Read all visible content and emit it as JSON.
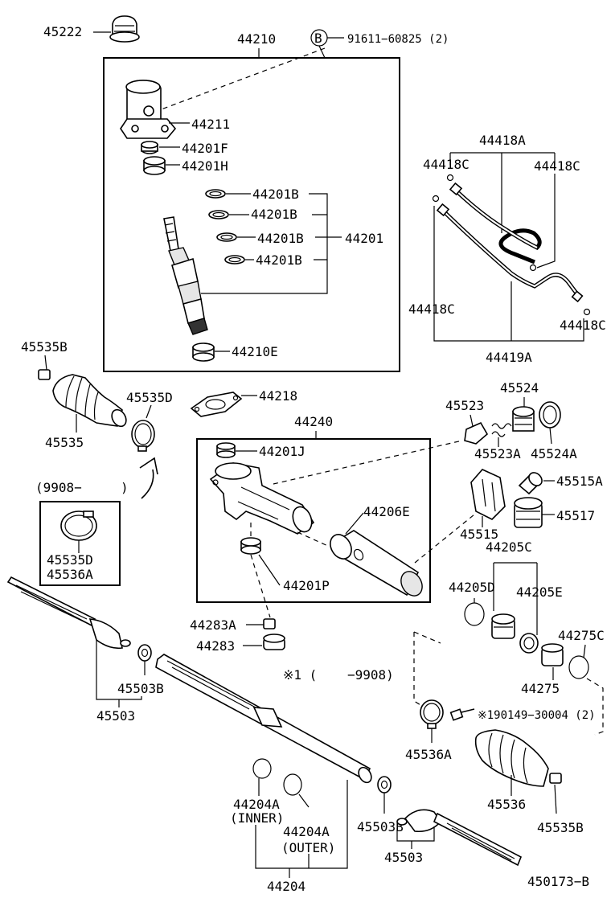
{
  "labels": {
    "p45222": "45222",
    "p44210": "44210",
    "bolt_b_letter": "B",
    "p91611": "91611−60825 (2)",
    "p44211": "44211",
    "p44201F": "44201F",
    "p44201H": "44201H",
    "p44201B_1": "44201B",
    "p44201B_2": "44201B",
    "p44201B_3": "44201B",
    "p44201B_4": "44201B",
    "p44201": "44201",
    "p44210E": "44210E",
    "p44418A": "44418A",
    "p44418C_tl": "44418C",
    "p44418C_tr": "44418C",
    "p44418C_ml": "44418C",
    "p44418C_mr": "44418C",
    "p44419A": "44419A",
    "p45535B_top": "45535B",
    "p45535D_top": "45535D",
    "p45535": "45535",
    "p44218": "44218",
    "p44240": "44240",
    "p44201J": "44201J",
    "p45523": "45523",
    "p45524": "45524",
    "p45523A": "45523A",
    "p45524A": "45524A",
    "p45515A": "45515A",
    "p45517": "45517",
    "p45515": "45515",
    "p44206E": "44206E",
    "p44201P": "44201P",
    "date_range_open": "(9908−",
    "date_range_close": ")",
    "p45535D_box": "45535D",
    "p45536A_box": "45536A",
    "p44205C": "44205C",
    "p44205D": "44205D",
    "p44205E": "44205E",
    "p44275C": "44275C",
    "p44275": "44275",
    "p44283A": "44283A",
    "p44283": "44283",
    "note1_a": "※1 (",
    "note1_b": "−9908)",
    "p190149": "※190149−30004 (2)",
    "p45503B_left": "45503B",
    "p45503_left": "45503",
    "p45536A": "45536A",
    "p45536": "45536",
    "p45535B_bottom": "45535B",
    "p44204A_inner": "44204A",
    "inner_note": "(INNER)",
    "p44204A_outer": "44204A",
    "outer_note": "(OUTER)",
    "p45503B_right": "45503B",
    "p45503_right": "45503",
    "p44204": "44204",
    "figure_code": "450173−B"
  }
}
